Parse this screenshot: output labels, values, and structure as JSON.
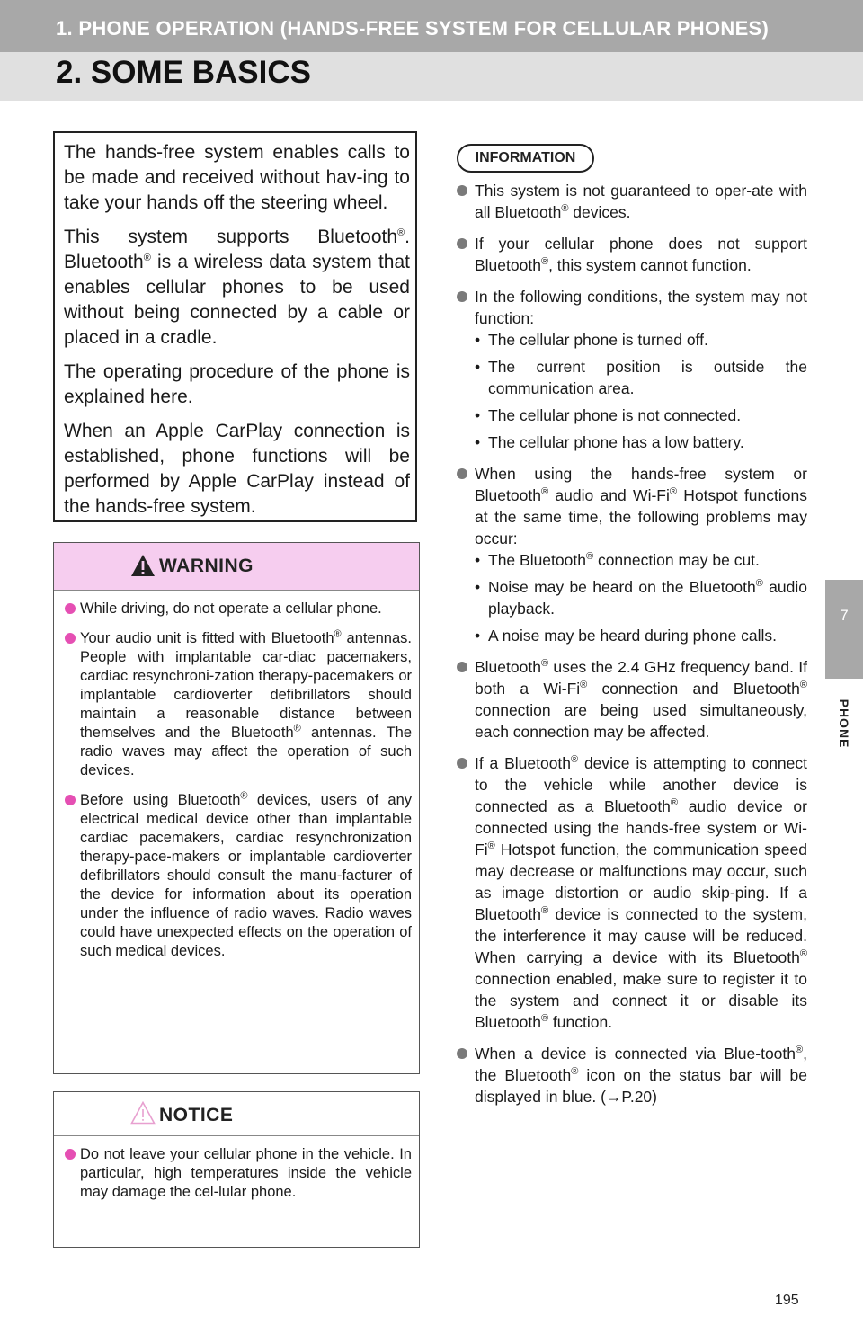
{
  "header": {
    "section": "1. PHONE OPERATION (HANDS-FREE SYSTEM FOR CELLULAR PHONES)",
    "title": "2. SOME BASICS"
  },
  "side_tab": {
    "number": "7",
    "label": "PHONE"
  },
  "intro": {
    "p1": "The hands-free system enables calls to be made and received without hav-ing to take your hands off the steering wheel.",
    "p2a": "This system supports Bluetooth",
    "p2b": ". Bluetooth",
    "p2c": " is a wireless data system that enables cellular phones to be used without being connected by a cable or placed in a cradle.",
    "p3": "The operating procedure of the phone is explained here.",
    "p4": "When an Apple CarPlay connection is established, phone functions will be performed by Apple CarPlay instead of the hands-free system."
  },
  "reg": "®",
  "warning": {
    "title": "WARNING",
    "i1": "While driving, do not operate a cellular phone.",
    "i2a": "Your audio unit is fitted with Bluetooth",
    "i2b": " antennas. People with implantable car-diac pacemakers, cardiac resynchroni-zation therapy-pacemakers or implantable cardioverter defibrillators should maintain a reasonable distance between themselves and the Bluetooth",
    "i2c": " antennas. The radio waves may affect the operation of such devices.",
    "i3a": "Before using Bluetooth",
    "i3b": " devices, users of any electrical medical device other than implantable cardiac pacemakers, cardiac resynchronization therapy-pace-makers or implantable cardioverter defibrillators should consult the manu-facturer of the device for information about its operation under the influence of radio waves. Radio waves could have unexpected effects on the operation of such medical devices."
  },
  "notice": {
    "title": "NOTICE",
    "i1": "Do not leave your cellular phone in the vehicle. In particular, high temperatures inside the vehicle may damage the cel-lular phone."
  },
  "information": {
    "title": "INFORMATION",
    "b1a": "This system is not guaranteed to oper-ate with all Bluetooth",
    "b1b": " devices.",
    "b2a": "If your cellular phone does not support Bluetooth",
    "b2b": ", this system cannot function.",
    "b3": "In the following conditions, the system may not function:",
    "b3s1": "The cellular phone is turned off.",
    "b3s2": "The current position is outside the communication area.",
    "b3s3": "The cellular phone is not connected.",
    "b3s4": "The cellular phone has a low battery.",
    "b4a": "When using the hands-free system or Bluetooth",
    "b4b": " audio and Wi-Fi",
    "b4c": " Hotspot functions at the same time, the following problems may occur:",
    "b4s1a": "The Bluetooth",
    "b4s1b": " connection may be cut.",
    "b4s2a": "Noise may be heard on the Bluetooth",
    "b4s2b": " audio playback.",
    "b4s3": "A noise may be heard during phone calls.",
    "b5a": "Bluetooth",
    "b5b": " uses the 2.4 GHz frequency band. If both a Wi-Fi",
    "b5c": " connection and Bluetooth",
    "b5d": " connection are being used simultaneously, each connection may be affected.",
    "b6a": "If a Bluetooth",
    "b6b": " device is attempting to connect to the vehicle while another device is connected as a Bluetooth",
    "b6c": " audio device or connected using the hands-free system or Wi-Fi",
    "b6d": " Hotspot function, the communication speed may decrease or malfunctions may occur, such as image distortion or audio skip-ping. If a Bluetooth",
    "b6e": " device is connected to the system, the interference it may cause will be reduced. When carrying a device with its Bluetooth",
    "b6f": " connection enabled, make sure to register it to the system and connect it or disable its Bluetooth",
    "b6g": " function.",
    "b7a": "When a device is connected via Blue-tooth",
    "b7b": ", the Bluetooth",
    "b7c": " icon on the status bar will be displayed in blue. (",
    "b7arrow": "→",
    "b7ref": "P.20)"
  },
  "page_number": "195",
  "colors": {
    "header_band": "#a8a8a8",
    "header_bg": "#e0e0e0",
    "warning_bg": "#f6cdef",
    "bullet_pink": "#e54fb3",
    "bullet_gray": "#7a7a7a"
  }
}
